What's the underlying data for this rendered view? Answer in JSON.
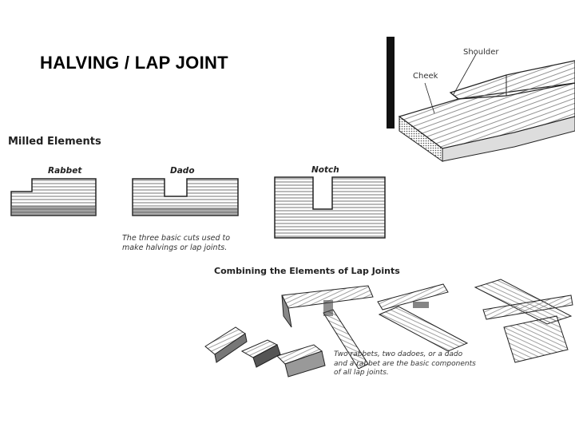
{
  "slide": {
    "title": "HALVING / LAP JOINT"
  },
  "top_figure": {
    "label_shoulder": "Shoulder",
    "label_cheek": "Cheek"
  },
  "milled": {
    "heading": "Milled Elements",
    "rabbet": "Rabbet",
    "dado": "Dado",
    "notch": "Notch",
    "caption_line1": "The three basic cuts used to",
    "caption_line2": "make halvings or lap joints."
  },
  "combining": {
    "heading": "Combining the Elements of Lap Joints",
    "caption_line1": "Two rabbets, two dadoes, or a dado",
    "caption_line2": "and a rabbet are the basic components",
    "caption_line3": "of all lap joints."
  }
}
